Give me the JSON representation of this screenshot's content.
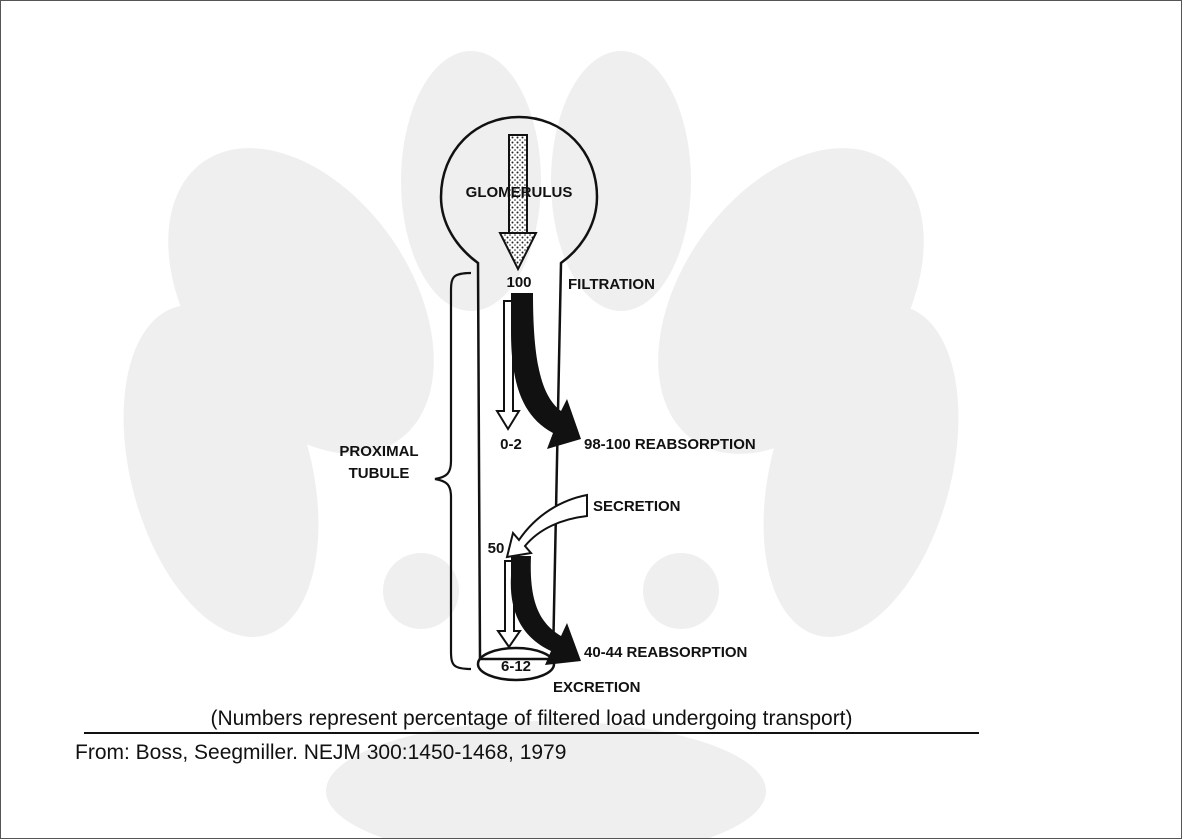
{
  "diagram": {
    "glomerulus_label": "GLOMERULUS",
    "filtration_value": "100",
    "filtration_label": "FILTRATION",
    "proximal_value": "0-2",
    "reabsorption_1_label": "98-100 REABSORPTION",
    "proximal_tubule_label_line1": "PROXIMAL",
    "proximal_tubule_label_line2": "TUBULE",
    "secretion_label": "SECRETION",
    "secretion_value": "50",
    "reabsorption_2_label": "40-44 REABSORPTION",
    "excretion_value": "6-12",
    "excretion_label": "EXCRETION"
  },
  "caption": "(Numbers represent percentage of filtered load undergoing transport)",
  "source": "From: Boss, Seegmiller. NEJM 300:1450-1468, 1979"
}
